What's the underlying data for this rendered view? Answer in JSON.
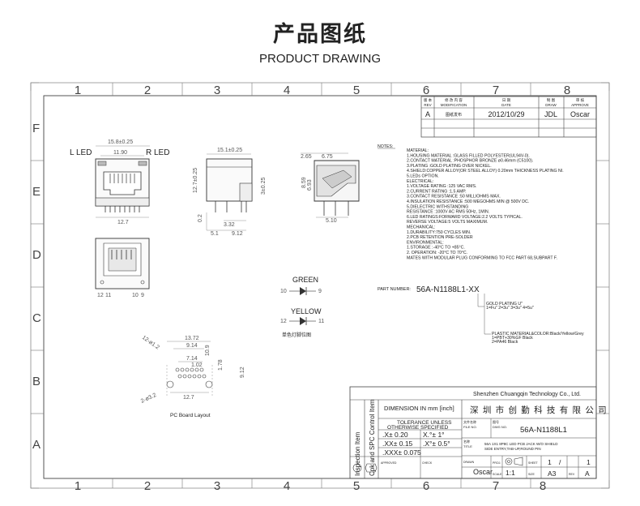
{
  "header": {
    "title_cn": "产品图纸",
    "title_en": "PRODUCT DRAWING"
  },
  "zones": {
    "columns": [
      "1",
      "2",
      "3",
      "4",
      "5",
      "6",
      "7",
      "8"
    ],
    "rows": [
      "F",
      "E",
      "D",
      "C",
      "B",
      "A"
    ]
  },
  "revision": {
    "headers": [
      {
        "cn": "版 本",
        "en": "REV"
      },
      {
        "cn": "修 改 内 容",
        "en": "MODIFICATION"
      },
      {
        "cn": "日 期",
        "en": "DATE"
      },
      {
        "cn": "制 图",
        "en": "DRAW"
      },
      {
        "cn": "审 核",
        "en": "APPROVE"
      }
    ],
    "row": {
      "rev": "A",
      "modification": "图纸发布",
      "date": "2012/10/29",
      "draw": "JDL",
      "approve": "Oscar"
    }
  },
  "notes": {
    "heading": "NOTES:",
    "lines": [
      "MATERIAL:",
      "1.HOUSING MATERIAL :GLASS FILLED POLYESTER(UL94V-0).",
      "2.CONTACT MATERIAL :PHOSPHOR BRONZE ø0.46mm (C5100).",
      "3.PLATING :GOLD PLATING OVER NICKEL.",
      "4.SHIELD:COPPER ALLOY(OR STEEL ALLOY) 0.20mm THICKNESS PLATING NI.",
      "5.LEDs OPTION.",
      "ELECTRICAL:",
      "1.VOLTAGE RATING :125 VAC RMS.",
      "2.CURRENT RATING :1.5 AMP.",
      "3.CONTACT RESISTANCE :50 MILLIOHMS MAX.",
      "4.INSULATION RESISTANCE :500 MEGOHMS MIN @ 500V DC.",
      "5.DIELECTRIC WITHSTANDING",
      "      RESISTANCE :1000V AC RMS 50Hz, 1MIN.",
      "6.LED RATINGS:FORWARD VOLTAGE:2.2 VOLTS TYPICAL.",
      "               REVERSE VOLTAGE:5 VOLTS MAXIMUM.",
      "MECHANICAL:",
      "1.DURABILITY:750 CYCLES MIN.",
      "2.PCB RETENTION PRE-SOLDER",
      "ENVIRONMENTAL:",
      "1.STORAGE :-40°C TO +85°C.",
      "2. OPERATION: -20°C TO 70°C.",
      "MATES WITH MODULAR PLUG CONFORMING TO FCC PART 68,SUBPART F."
    ]
  },
  "part_number": {
    "label": "PART NUMBER:",
    "value": "56A-N1188L1-XX",
    "gold_plating": "GOLD PLATING  U\"",
    "gold_options": "1=Fu\" 2=3u\" 3=3u\" 4=5u\"",
    "plastic_material": "PLASTIC MATERIAL&COLOR:Black/Yellow/Grey",
    "pbt": "1=PBT+30%GF Black",
    "pa46": "2=PA46 Black"
  },
  "views": {
    "l_led": "L LED",
    "r_led": "R LED",
    "dim_front_w": "15.8±0.25",
    "dim_front_inner": "11.90",
    "dim_front_base": "12.7",
    "dim_side_w": "15.1±0.25",
    "dim_side_h": "12.7±0.25",
    "dim_side_a": "5.1",
    "dim_side_b": "3.32",
    "dim_side_c": "9.12",
    "dim_side_d": "0.2",
    "dim_side_e": "3±0.25",
    "dim_3d_a": "2.65",
    "dim_3d_b": "6.75",
    "dim_3d_c": "8.59",
    "dim_3d_d": "6.93",
    "dim_3d_e": "5.10",
    "pin_12": "12",
    "pin_11": "11",
    "pin_10": "10",
    "pin_9": "9"
  },
  "leds": {
    "green": "GREEN",
    "green_left": "10",
    "green_right": "9",
    "yellow": "YELLOW",
    "yellow_left": "12",
    "yellow_right": "11",
    "caption": "单色灯脚位图"
  },
  "pcb": {
    "caption": "PC Board Layout",
    "d1": "13.72",
    "d2": "9.14",
    "d3": "7.14",
    "d4": "12-ø1.2",
    "d5": "1.02",
    "d6": "10.9",
    "d7": "1.78",
    "d8": "9.12",
    "d9": "12.7",
    "d10": "2-ø3.2"
  },
  "titleblock": {
    "company": "Shenzhen Chuangqin Technology Co., Ltd.",
    "company_cn": "深 圳 市 创 勤 科 技 有 限 公 司",
    "inspection": "Inspection Item",
    "control": "Cpk and SPC Control Item",
    "dimension": "DIMENSION IN mm [inch]",
    "tolerance1": "TOLERANCE UNLESS",
    "tolerance2": "OTHERWISE SPECIFIED",
    "tol_a1": ".X± 0.20",
    "tol_a2": "X.°± 1°",
    "tol_b1": ".XX± 0.15",
    "tol_b2": ".X°± 0.5°",
    "tol_c1": ".XXX± 0.075",
    "file_label_cn": "文件名称",
    "file_label_en": "FILE NO.",
    "dwg_label_cn": "图号",
    "dwg_label_en": "DWG NO.",
    "dwg_no": "56A-N1188L1",
    "title_label_cn": "名称",
    "title_label_en": "TITLE",
    "title1": "56A 1X1 8P8C LED PCB JACK W/O SHIELD",
    "title2": "SIDE ENTRY,TAB-UP,ROUND PIN",
    "approved": "APPROVED",
    "check": "CHECK",
    "drawn": "DRAWN",
    "proj_label": "PROJ.",
    "sheet_label": "SHEET",
    "sheet_no": "1",
    "sheet_total": "1",
    "scale_label": "SCALE",
    "size_label": "SIZE",
    "rev_label": "REV",
    "drawn_by": "Oscar",
    "scale": "1:1",
    "size": "A3",
    "rev": "A"
  }
}
